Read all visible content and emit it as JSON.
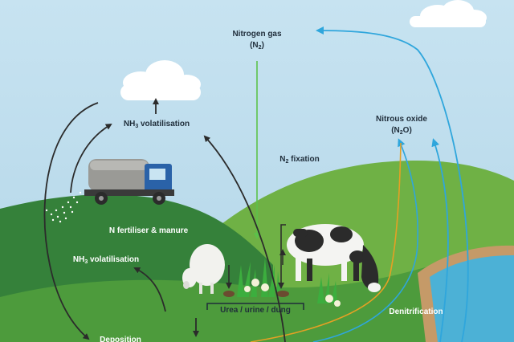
{
  "diagram": {
    "labels": {
      "nitrogen_gas": {
        "line1": "Nitrogen gas",
        "prefix": "(N",
        "sub": "2",
        "suffix": ")"
      },
      "nitrous_oxide": {
        "line1": "Nitrous oxide",
        "prefix": "(N",
        "sub": "2",
        "suffix": "O)"
      },
      "nh3_top": {
        "prefix": "NH",
        "sub": "3",
        "suffix": " volatilisation"
      },
      "n2_fixation": {
        "prefix": "N",
        "sub": "2",
        "suffix": " fixation"
      },
      "n_fertiliser": "N fertiliser & manure",
      "nh3_mid": {
        "prefix": "NH",
        "sub": "3",
        "suffix": " volatilisation"
      },
      "urea": "Urea / urine / dung",
      "denitrification": "Denitrification",
      "deposition": "Deposition"
    },
    "colors": {
      "sky": "#bcdcec",
      "hill_dark": "#35813a",
      "hill_light": "#6fb145",
      "ground": "#4d9b3c",
      "water": "#4cb1d6",
      "arrow_dark": "#2b2b2b",
      "arrow_blue": "#2fa6dc",
      "arrow_green": "#5cc24a",
      "arrow_orange": "#e5a024"
    }
  }
}
